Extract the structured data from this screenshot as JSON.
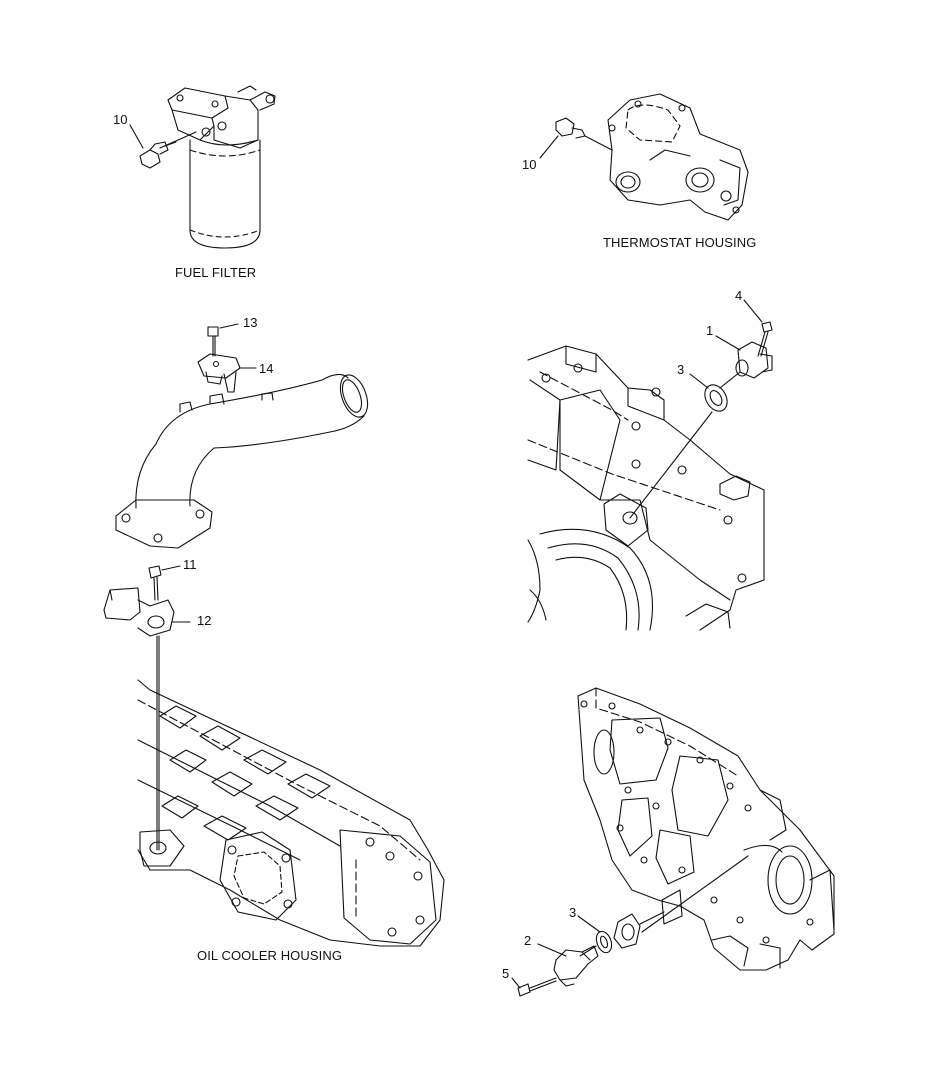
{
  "captions": {
    "fuel_filter": "FUEL FILTER",
    "thermostat_housing": "THERMOSTAT HOUSING",
    "oil_cooler_housing": "OIL COOLER HOUSING"
  },
  "callouts": {
    "fuel_filter_sensor": "10",
    "thermostat_sensor": "10",
    "intake_bolt": "13",
    "intake_sensor": "14",
    "oil_cooler_bolt": "11",
    "oil_cooler_sensor": "12",
    "upper_bolt": "4",
    "upper_sensor": "1",
    "upper_oring": "3",
    "lower_oring": "3",
    "lower_sensor": "2",
    "lower_bolt": "5"
  }
}
